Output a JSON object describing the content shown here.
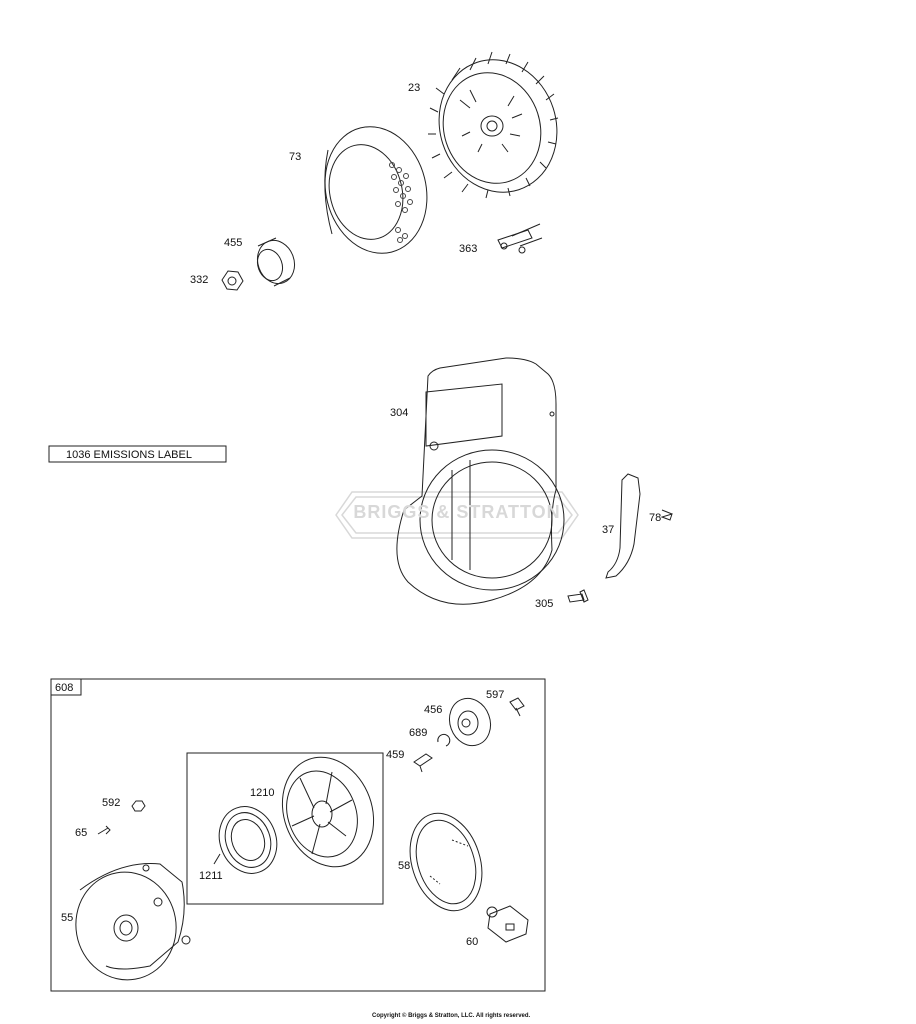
{
  "callouts": {
    "p23": "23",
    "p73": "73",
    "p455": "455",
    "p332": "332",
    "p363": "363",
    "p304": "304",
    "p37": "37",
    "p78": "78",
    "p305": "305",
    "p608": "608",
    "p597": "597",
    "p456": "456",
    "p689": "689",
    "p459": "459",
    "p1210": "1210",
    "p592": "592",
    "p65": "65",
    "p1211": "1211",
    "p58": "58",
    "p55": "55",
    "p60": "60"
  },
  "emissions_label": "1036 EMISSIONS LABEL",
  "watermark": "BRIGGS & STRATTON",
  "copyright": "Copyright © Briggs & Stratton, LLC. All rights reserved.",
  "colors": {
    "line": "#222222",
    "watermark": "#d8d8d8"
  }
}
